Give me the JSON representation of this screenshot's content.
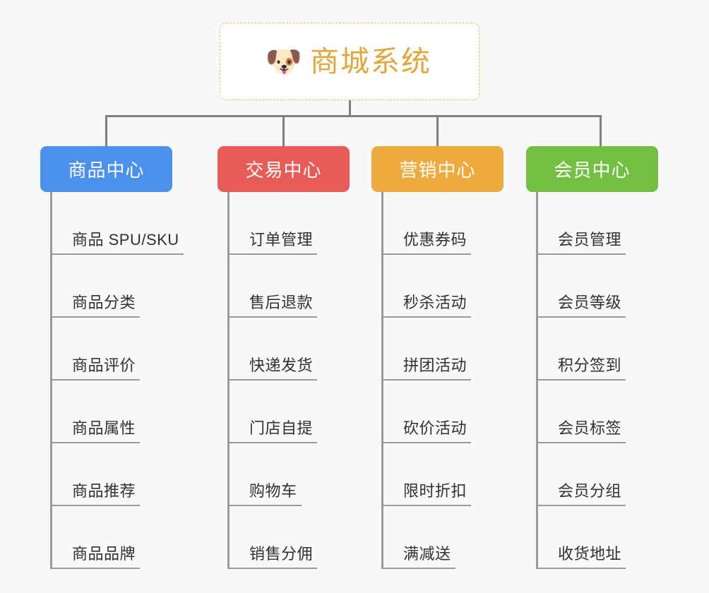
{
  "root": {
    "icon": "dog-face-icon",
    "icon_glyph": "🐶",
    "title": "商城系统",
    "title_color": "#e2a63c",
    "border_color": "#f0b95c"
  },
  "colors": {
    "background": "#f7f8f8",
    "connector": "#7f7f7f",
    "leaf_line": "#9a9a9a",
    "leaf_text": "#303133",
    "header_text": "#ffffff"
  },
  "categories": [
    {
      "label": "商品中心",
      "color": "#4a90ec",
      "items": [
        "商品 SPU/SKU",
        "商品分类",
        "商品评价",
        "商品属性",
        "商品推荐",
        "商品品牌"
      ]
    },
    {
      "label": "交易中心",
      "color": "#e85c58",
      "items": [
        "订单管理",
        "售后退款",
        "快递发货",
        "门店自提",
        "购物车",
        "销售分佣"
      ]
    },
    {
      "label": "营销中心",
      "color": "#eeaa3c",
      "items": [
        "优惠券码",
        "秒杀活动",
        "拼团活动",
        "砍价活动",
        "限时折扣",
        "满减送"
      ]
    },
    {
      "label": "会员中心",
      "color": "#73bf44",
      "items": [
        "会员管理",
        "会员等级",
        "积分签到",
        "会员标签",
        "会员分组",
        "收货地址"
      ]
    }
  ]
}
